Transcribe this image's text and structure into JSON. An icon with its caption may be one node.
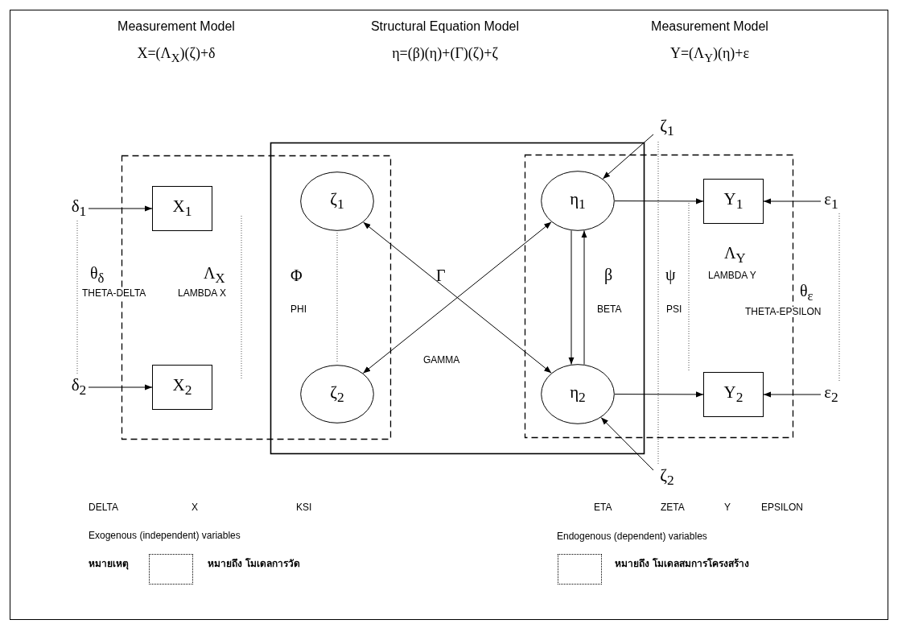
{
  "diagram": {
    "nodes": [
      {
        "text": [
          "δ$_{1}$"
        ]
      },
      {
        "text": [
          "δ$_{2}$"
        ]
      },
      {
        "text": [
          "X$_{1}$"
        ]
      },
      {
        "text": [
          "X$_{2}$"
        ]
      },
      {
        "text": [
          "ζ$_{1}$"
        ]
      },
      {
        "text": [
          "ζ$_{2}$"
        ]
      },
      {
        "text": [
          "η$_{1}$"
        ]
      },
      {
        "text": [
          "η$_{2}$"
        ]
      },
      {
        "text": [
          "Y$_{1}$"
        ]
      },
      {
        "text": [
          "Y$_{2}$"
        ]
      },
      {
        "text": [
          "ε$_{1}$"
        ]
      },
      {
        "text": [
          "ε$_{2}$"
        ]
      },
      {
        "text": [
          "ζ$_{1}$"
        ]
      },
      {
        "text": [
          "ζ$_{2}$"
        ]
      }
    ],
    "edges": [
      {
        "from": 0,
        "to": 2,
        "arrow": "to"
      },
      {
        "from": 1,
        "to": 3,
        "arrow": "to"
      },
      {
        "from": 0,
        "to": 1,
        "arrow": "none",
        "style": "dashed"
      },
      {
        "from": 4,
        "to": 5,
        "arrow": "none",
        "style": "dashed"
      },
      {
        "from": 7,
        "to": 4,
        "arrow": "both"
      },
      {
        "from": 6,
        "to": 5,
        "arrow": "both"
      },
      {
        "from": 6,
        "to": 7,
        "arrow": "to"
      },
      {
        "from": 7,
        "to": 6,
        "arrow": "to"
      },
      {
        "from": 12,
        "to": 6,
        "arrow": "to"
      },
      {
        "from": 13,
        "to": 7,
        "arrow": "to"
      },
      {
        "from": 12,
        "to": 13,
        "arrow": "none",
        "style": "dashed"
      },
      {
        "from": 6,
        "to": 8,
        "arrow": "to"
      },
      {
        "from": 7,
        "to": 9,
        "arrow": "to"
      },
      {
        "from": 10,
        "to": 8,
        "arrow": "to"
      },
      {
        "from": 11,
        "to": 9,
        "arrow": "to"
      },
      {
        "from": 10,
        "to": 11,
        "arrow": "none",
        "style": "dashed"
      }
    ],
    "labels": [
      "Measurement Model",
      "Structural Equation Model",
      "Measurement Model",
      "X=(Λ$_{X}$)(ζ)+δ",
      "η=(β)(η)+(Γ)(ζ)+ζ",
      "Y=(Λ$_{Y}$)(η)+ε",
      "θ$_{δ}$",
      "THETA-DELTA",
      "Λ$_{X}$",
      "LAMBDA X",
      "Φ",
      "PHI",
      "Γ",
      "GAMMA",
      "β",
      "BETA",
      "ψ",
      "PSI",
      "Λ$_{Y}$",
      "LAMBDA Y",
      "θ$_{ε}$",
      "THETA-EPSILON",
      "DELTA",
      "X",
      "KSI",
      "ETA",
      "ZETA",
      "Y",
      "EPSILON",
      "Exogenous (independent) variables",
      "Endogenous (dependent) variables",
      "หมายเหตุ"
    ],
    "legend": [
      {
        "text": "หมายถึง โมเดลการวัด"
      },
      {
        "text": "หมายถึง โมเดลสมการโครงสร้าง"
      }
    ]
  }
}
